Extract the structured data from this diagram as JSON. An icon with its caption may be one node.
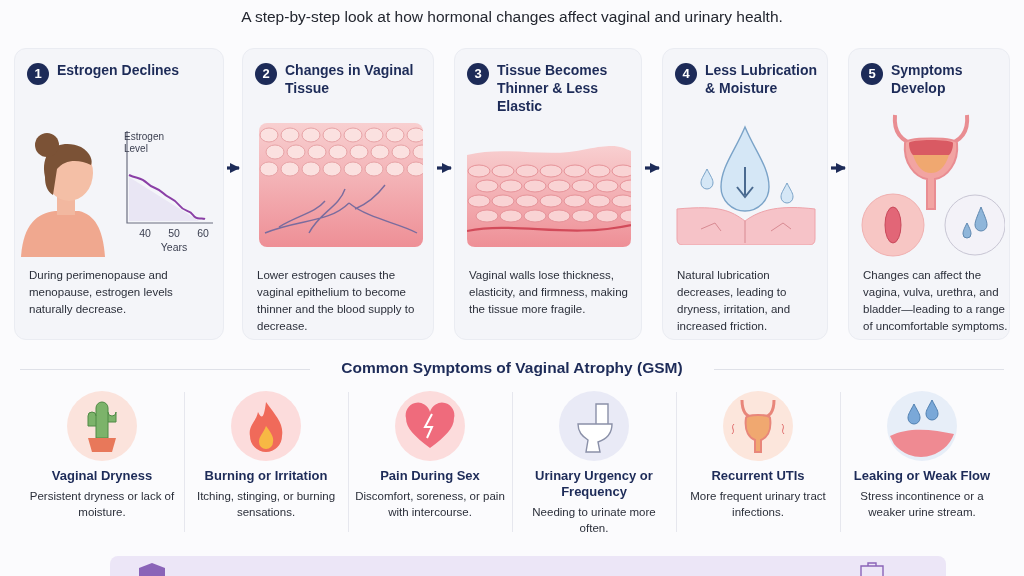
{
  "diagram": {
    "nodes": [
      {
        "text": [
          "1",
          "Estrogen Declines",
          "During perimenopause and menopause, estrogen levels naturally decrease."
        ]
      },
      {
        "text": [
          "2",
          "Changes in Vaginal Tissue",
          "Lower estrogen causes the vaginal epithelium to become thinner and the blood supply to decrease."
        ]
      },
      {
        "text": [
          "3",
          "Tissue Becomes Thinner & Less Elastic",
          "Vaginal walls lose thickness, elasticity, and firmness, making the tissue more fragile."
        ]
      },
      {
        "text": [
          "4",
          "Less Lubrication & Moisture",
          "Natural lubrication decreases, leading to dryness, irritation, and increased friction."
        ]
      },
      {
        "text": [
          "5",
          "Symptoms Develop",
          "Changes can affect the vagina, vulva, urethra, and bladder—leading to a range of uncomfortable symptoms."
        ]
      }
    ],
    "edges": [
      {
        "from": 0,
        "to": 1,
        "arrow": "to"
      },
      {
        "from": 1,
        "to": 2,
        "arrow": "to"
      },
      {
        "from": 2,
        "to": 3,
        "arrow": "to"
      },
      {
        "from": 3,
        "to": 4,
        "arrow": "to"
      }
    ],
    "labels": [
      "A step-by-step look at how hormonal changes affect vaginal and urinary health.",
      "Estrogen Level",
      "40",
      "50",
      "60",
      "Years",
      "Common Symptoms of Vaginal Atrophy (GSM)",
      "Vaginal Dryness",
      "Persistent dryness or lack of moisture.",
      "Burning or Irritation",
      "Itching, stinging, or burning sensations.",
      "Pain During Sex",
      "Discomfort, soreness, or pain with intercourse.",
      "Urinary Urgency or Frequency",
      "Needing to urinate more often.",
      "Recurrent UTIs",
      "More frequent urinary tract infections.",
      "Leaking or Weak Flow",
      "Stress incontinence or a weaker urine stream."
    ]
  }
}
